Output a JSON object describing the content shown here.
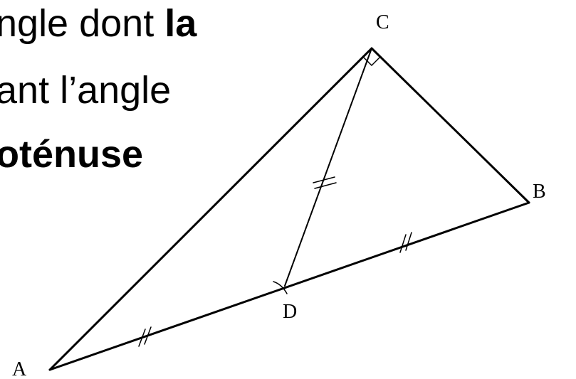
{
  "slide_text": {
    "line1_start": "ngle dont ",
    "line1_bold": "la",
    "line2": "ant l’angle",
    "line3_bold": "oténuse"
  },
  "diagram": {
    "vertices": {
      "A": "A",
      "B": "B",
      "C": "C",
      "D": "D"
    },
    "right_angle_at": "C",
    "midpoint": "D",
    "equal_segments": [
      "AD",
      "DB",
      "CD"
    ],
    "stroke_color": "#000000"
  }
}
